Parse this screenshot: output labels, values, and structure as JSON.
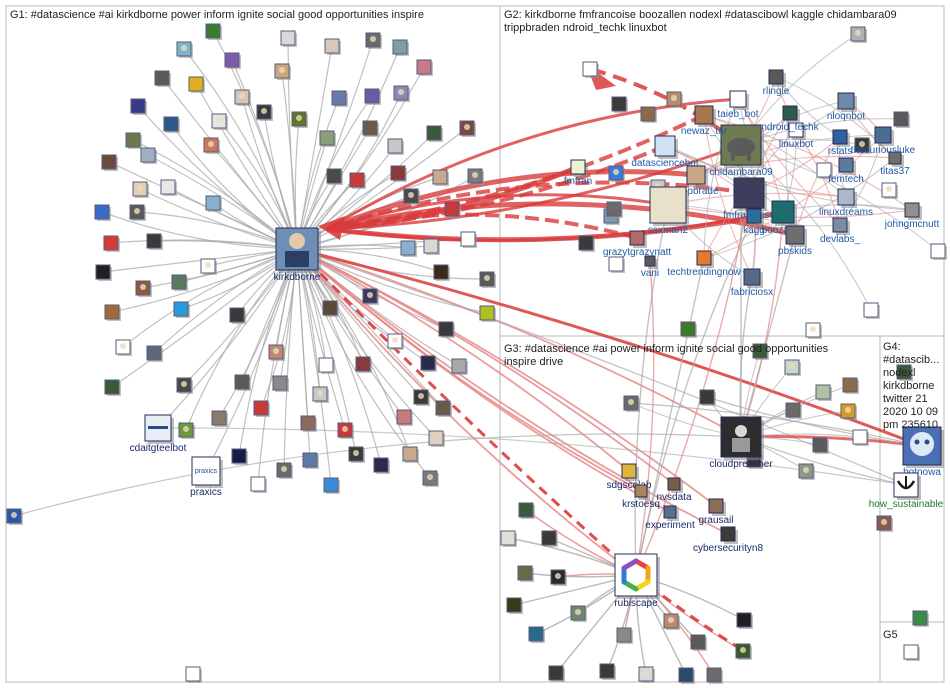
{
  "groups": [
    {
      "id": "G1",
      "label_lines": [
        "G1: #datascience #ai kirkdborne power inform ignite social good opportunities inspire"
      ]
    },
    {
      "id": "G2",
      "label_lines": [
        "G2: kirkdborne fmfrancoise boozallen nodexl #datascibowl kaggle chidambara09",
        "trippbraden ndroid_techk linuxbot"
      ]
    },
    {
      "id": "G3",
      "label_lines": [
        "G3: #datascience #ai power inform ignite social good opportunities",
        "inspire drive"
      ]
    },
    {
      "id": "G4",
      "label_lines": [
        "G4:",
        "#datascib...",
        "nodexl",
        "kirkdborne",
        "twitter 21",
        "2020 10 09",
        "pm 235610"
      ]
    },
    {
      "id": "G5",
      "label_lines": [
        "G5"
      ]
    }
  ],
  "labeled_nodes": [
    {
      "id": "kirkdborne",
      "label": "kirkdborne"
    },
    {
      "id": "cdaitgteelbot",
      "label": "cdaitgteelbot"
    },
    {
      "id": "praxics",
      "label": "praxics",
      "image_text": "praxics"
    },
    {
      "id": "rubiscape",
      "label": "rubiscape"
    },
    {
      "id": "cloudpreacher",
      "label": "cloudpreacher"
    },
    {
      "id": "sdgscolab",
      "label": "sdgscolab"
    },
    {
      "id": "krstoesq",
      "label": "krstoesq"
    },
    {
      "id": "nvsdata",
      "label": "nvsdata"
    },
    {
      "id": "experiment",
      "label": "experiment"
    },
    {
      "id": "grausail",
      "label": "grausail"
    },
    {
      "id": "cybersecurityn8",
      "label": "cybersecurityn8"
    },
    {
      "id": "botnowa",
      "label": "botnowa"
    },
    {
      "id": "how_sustainable",
      "label": "how_sustainable"
    },
    {
      "id": "chidambara09",
      "label": "chidambara09"
    },
    {
      "id": "datasciencebot",
      "label": "datasciencebot"
    },
    {
      "id": "fmfran",
      "label": "fmfran"
    },
    {
      "id": "trippbraden",
      "label": "trippbrade"
    },
    {
      "id": "fmfrancoise",
      "label": "fmfrancoise"
    },
    {
      "id": "kaggle",
      "label": "kagg"
    },
    {
      "id": "boozallen",
      "label": "boozallen"
    },
    {
      "id": "ssxman2",
      "label": "ssxman2"
    },
    {
      "id": "grazytgrazynatt",
      "label": "grazytgrazynatt"
    },
    {
      "id": "vani",
      "label": "vani"
    },
    {
      "id": "techtrendingnow",
      "label": "techtrendingnow"
    },
    {
      "id": "fabriciosx",
      "label": "fabriciosx"
    },
    {
      "id": "pbskids",
      "label": "pbskids"
    },
    {
      "id": "devlabs",
      "label": "devlabs_"
    },
    {
      "id": "linuxdreams",
      "label": "linuxdreams"
    },
    {
      "id": "johngmcnutt",
      "label": "johngmcnutt"
    },
    {
      "id": "femtech",
      "label": "femtech"
    },
    {
      "id": "titas37",
      "label": "titas37"
    },
    {
      "id": "thecuriousluke",
      "label": "thecuriousluke"
    },
    {
      "id": "rstats",
      "label": "rstats"
    },
    {
      "id": "linuxbot",
      "label": "linuxbot"
    },
    {
      "id": "nloqnbot",
      "label": "nloqnbot"
    },
    {
      "id": "ndroid_techk",
      "label": "ndroid_techk"
    },
    {
      "id": "rlingle",
      "label": "rlingle"
    },
    {
      "id": "taieb_bot",
      "label": "taieb_bot"
    },
    {
      "id": "newaz_tanvir",
      "label": "newaz_tar"
    }
  ],
  "colors": {
    "edge_gray": "#a9a9a9",
    "edge_red": "#d93b3b",
    "edge_red_light": "#e38585",
    "label_navy": "#1a2a6b",
    "label_blue": "#1f5aa6",
    "label_green": "#1d7a2e",
    "group_border": "#b9b9b9"
  }
}
